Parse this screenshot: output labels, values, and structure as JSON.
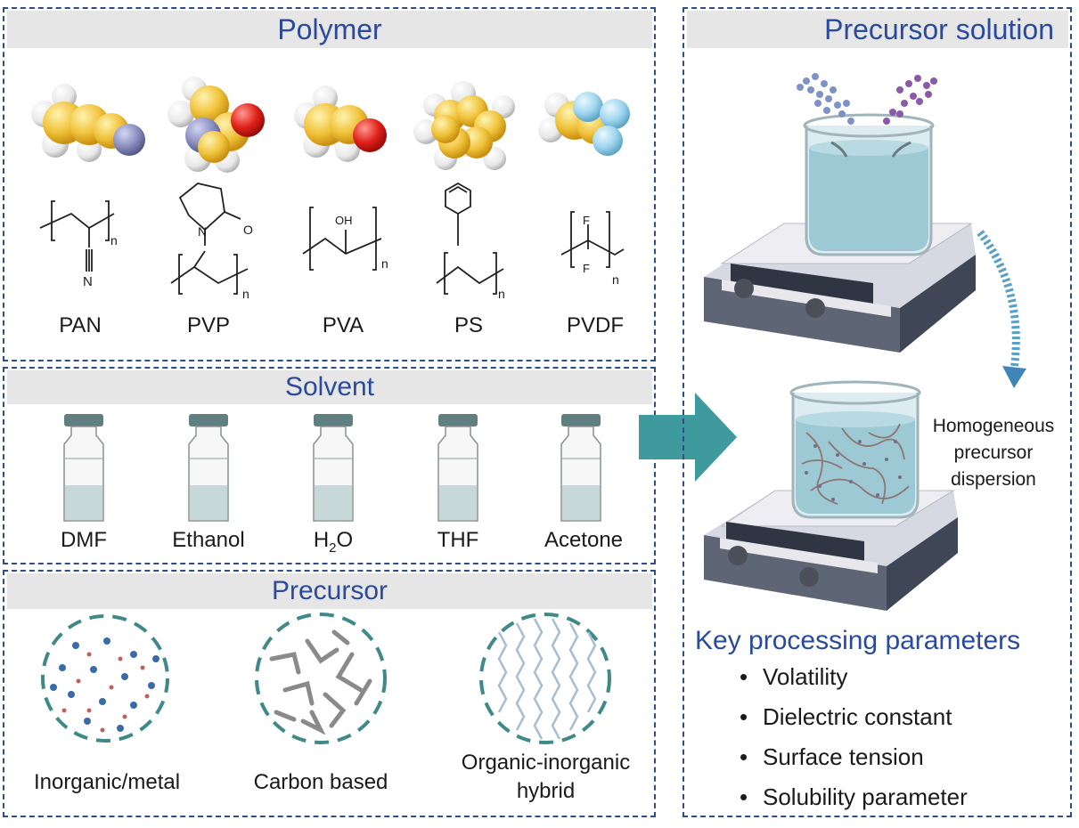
{
  "polymer": {
    "title": "Polymer",
    "items": [
      {
        "name": "PAN"
      },
      {
        "name": "PVP"
      },
      {
        "name": "PVA"
      },
      {
        "name": "PS"
      },
      {
        "name": "PVDF"
      }
    ],
    "subscript_n": "n",
    "atom_labels": {
      "N": "N",
      "O": "O",
      "OH": "OH",
      "F": "F"
    }
  },
  "solvent": {
    "title": "Solvent",
    "items": [
      {
        "label": "DMF"
      },
      {
        "label": "Ethanol"
      },
      {
        "label_main": "H",
        "label_sub": "2",
        "label_tail": "O"
      },
      {
        "label": "THF"
      },
      {
        "label": "Acetone"
      }
    ]
  },
  "precursor": {
    "title": "Precursor",
    "items": [
      {
        "label": "Inorganic/metal"
      },
      {
        "label": "Carbon based"
      },
      {
        "label_line1": "Organic-inorganic",
        "label_line2": "hybrid"
      }
    ]
  },
  "precursor_solution": {
    "title": "Precursor solution",
    "dispersion_label": [
      "Homogeneous",
      "precursor",
      "dispersion"
    ],
    "key_params_title": "Key processing parameters",
    "key_params": [
      "Volatility",
      "Dielectric constant",
      "Surface tension",
      "Solubility parameter"
    ]
  },
  "colors": {
    "panel_border": "#2e4f86",
    "header_bg": "#e6e6e6",
    "header_text": "#2a4a9c",
    "arrow": "#3f9a9d",
    "carbon_atom": "#f0c23a",
    "nitrogen_atom": "#8a8fc0",
    "oxygen_atom": "#e0201a",
    "fluorine_atom": "#9fd6ef",
    "liquid": "#9cc9d4"
  }
}
